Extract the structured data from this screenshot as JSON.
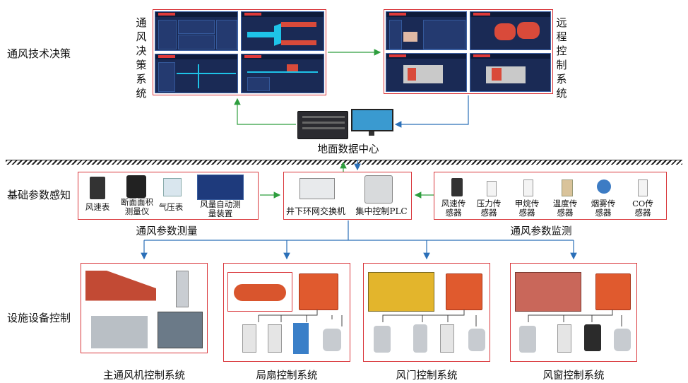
{
  "rows": {
    "decision": "通风技术决策",
    "sensing": "基础参数感知",
    "control": "设施设备控制"
  },
  "top": {
    "left_vertical": "通风决策系统",
    "right_vertical": "远程控制系统",
    "datacenter": "地面数据中心"
  },
  "middle": {
    "measure_items": [
      "风速表",
      "断面面积测量仪",
      "气压表",
      "风量自动测量装置"
    ],
    "measure_caption": "通风参数测量",
    "center_items": [
      "井下环网交换机",
      "集中控制PLC"
    ],
    "monitor_items": [
      "风速传感器",
      "压力传感器",
      "甲烷传感器",
      "温度传感器",
      "烟雾传感器",
      "CO传感器"
    ],
    "monitor_caption": "通风参数监测"
  },
  "bottom": {
    "captions": [
      "主通风机控制系统",
      "局扇控制系统",
      "风门控制系统",
      "风窗控制系统"
    ]
  },
  "colors": {
    "frame_red": "#d9373b",
    "arrow_green": "#2e9e3e",
    "arrow_blue": "#2a6fb8"
  }
}
